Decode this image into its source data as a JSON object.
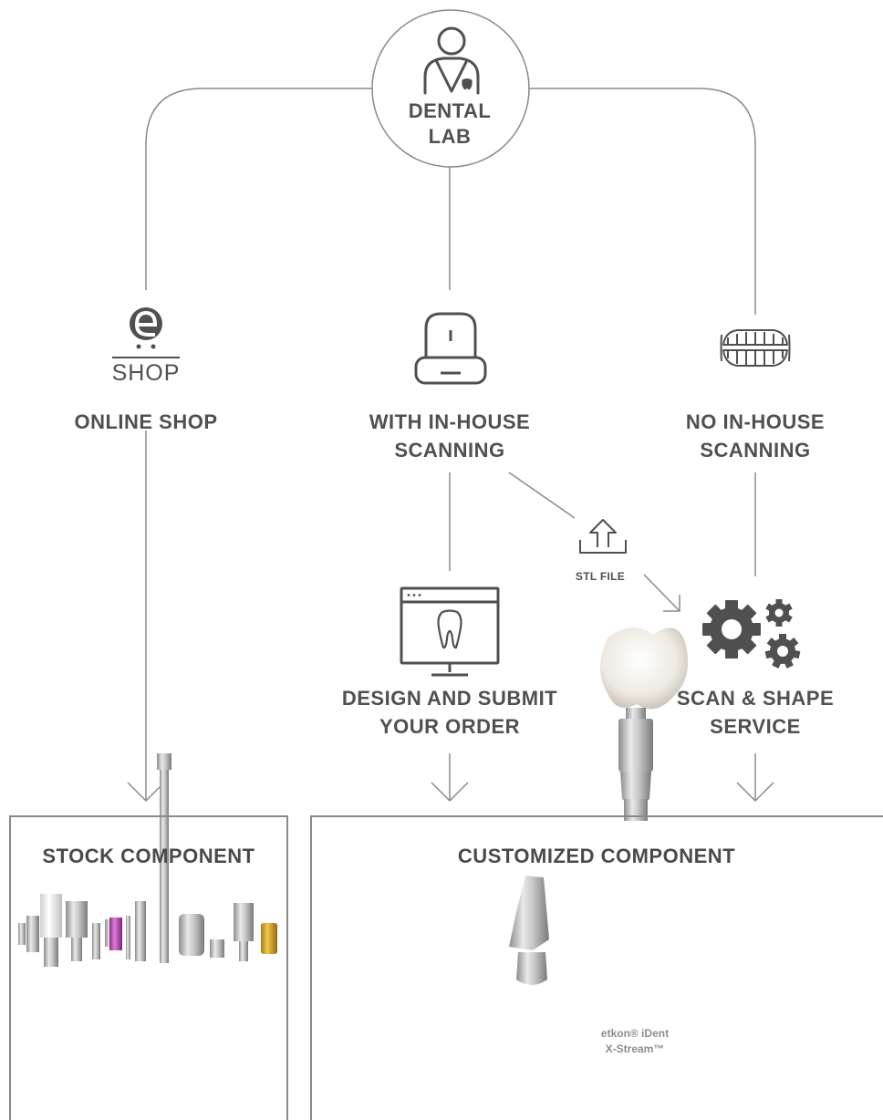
{
  "hub": {
    "label_line1": "DENTAL",
    "label_line2": "LAB",
    "icon": "dentist-person-icon"
  },
  "branches": {
    "online_shop": {
      "icon": "eshop-icon",
      "icon_text": "SHOP",
      "label_line1": "ONLINE SHOP"
    },
    "inhouse": {
      "icon": "scanner-icon",
      "label_line1": "WITH IN-HOUSE",
      "label_line2": "SCANNING"
    },
    "no_inhouse": {
      "icon": "dentures-icon",
      "label_line1": "NO IN-HOUSE",
      "label_line2": "SCANNING"
    }
  },
  "steps": {
    "design": {
      "icon": "monitor-tooth-icon",
      "label_line1": "DESIGN AND SUBMIT",
      "label_line2": "YOUR ORDER"
    },
    "service": {
      "icon": "gears-icon",
      "label_line1": "SCAN & SHAPE",
      "label_line2": "SERVICE"
    },
    "stl": {
      "icon": "upload-icon",
      "label": "STL FILE"
    }
  },
  "outputs": {
    "stock": {
      "title": "STOCK COMPONENT",
      "image": "stock-components-image"
    },
    "custom": {
      "title": "CUSTOMIZED COMPONENT",
      "image": "abutment-crown-image",
      "caption_line1": "etkon® iDent",
      "caption_line2": "X-Stream™"
    }
  },
  "colors": {
    "line": "#8a8a8a",
    "icon": "#505050",
    "text": "#505050"
  }
}
